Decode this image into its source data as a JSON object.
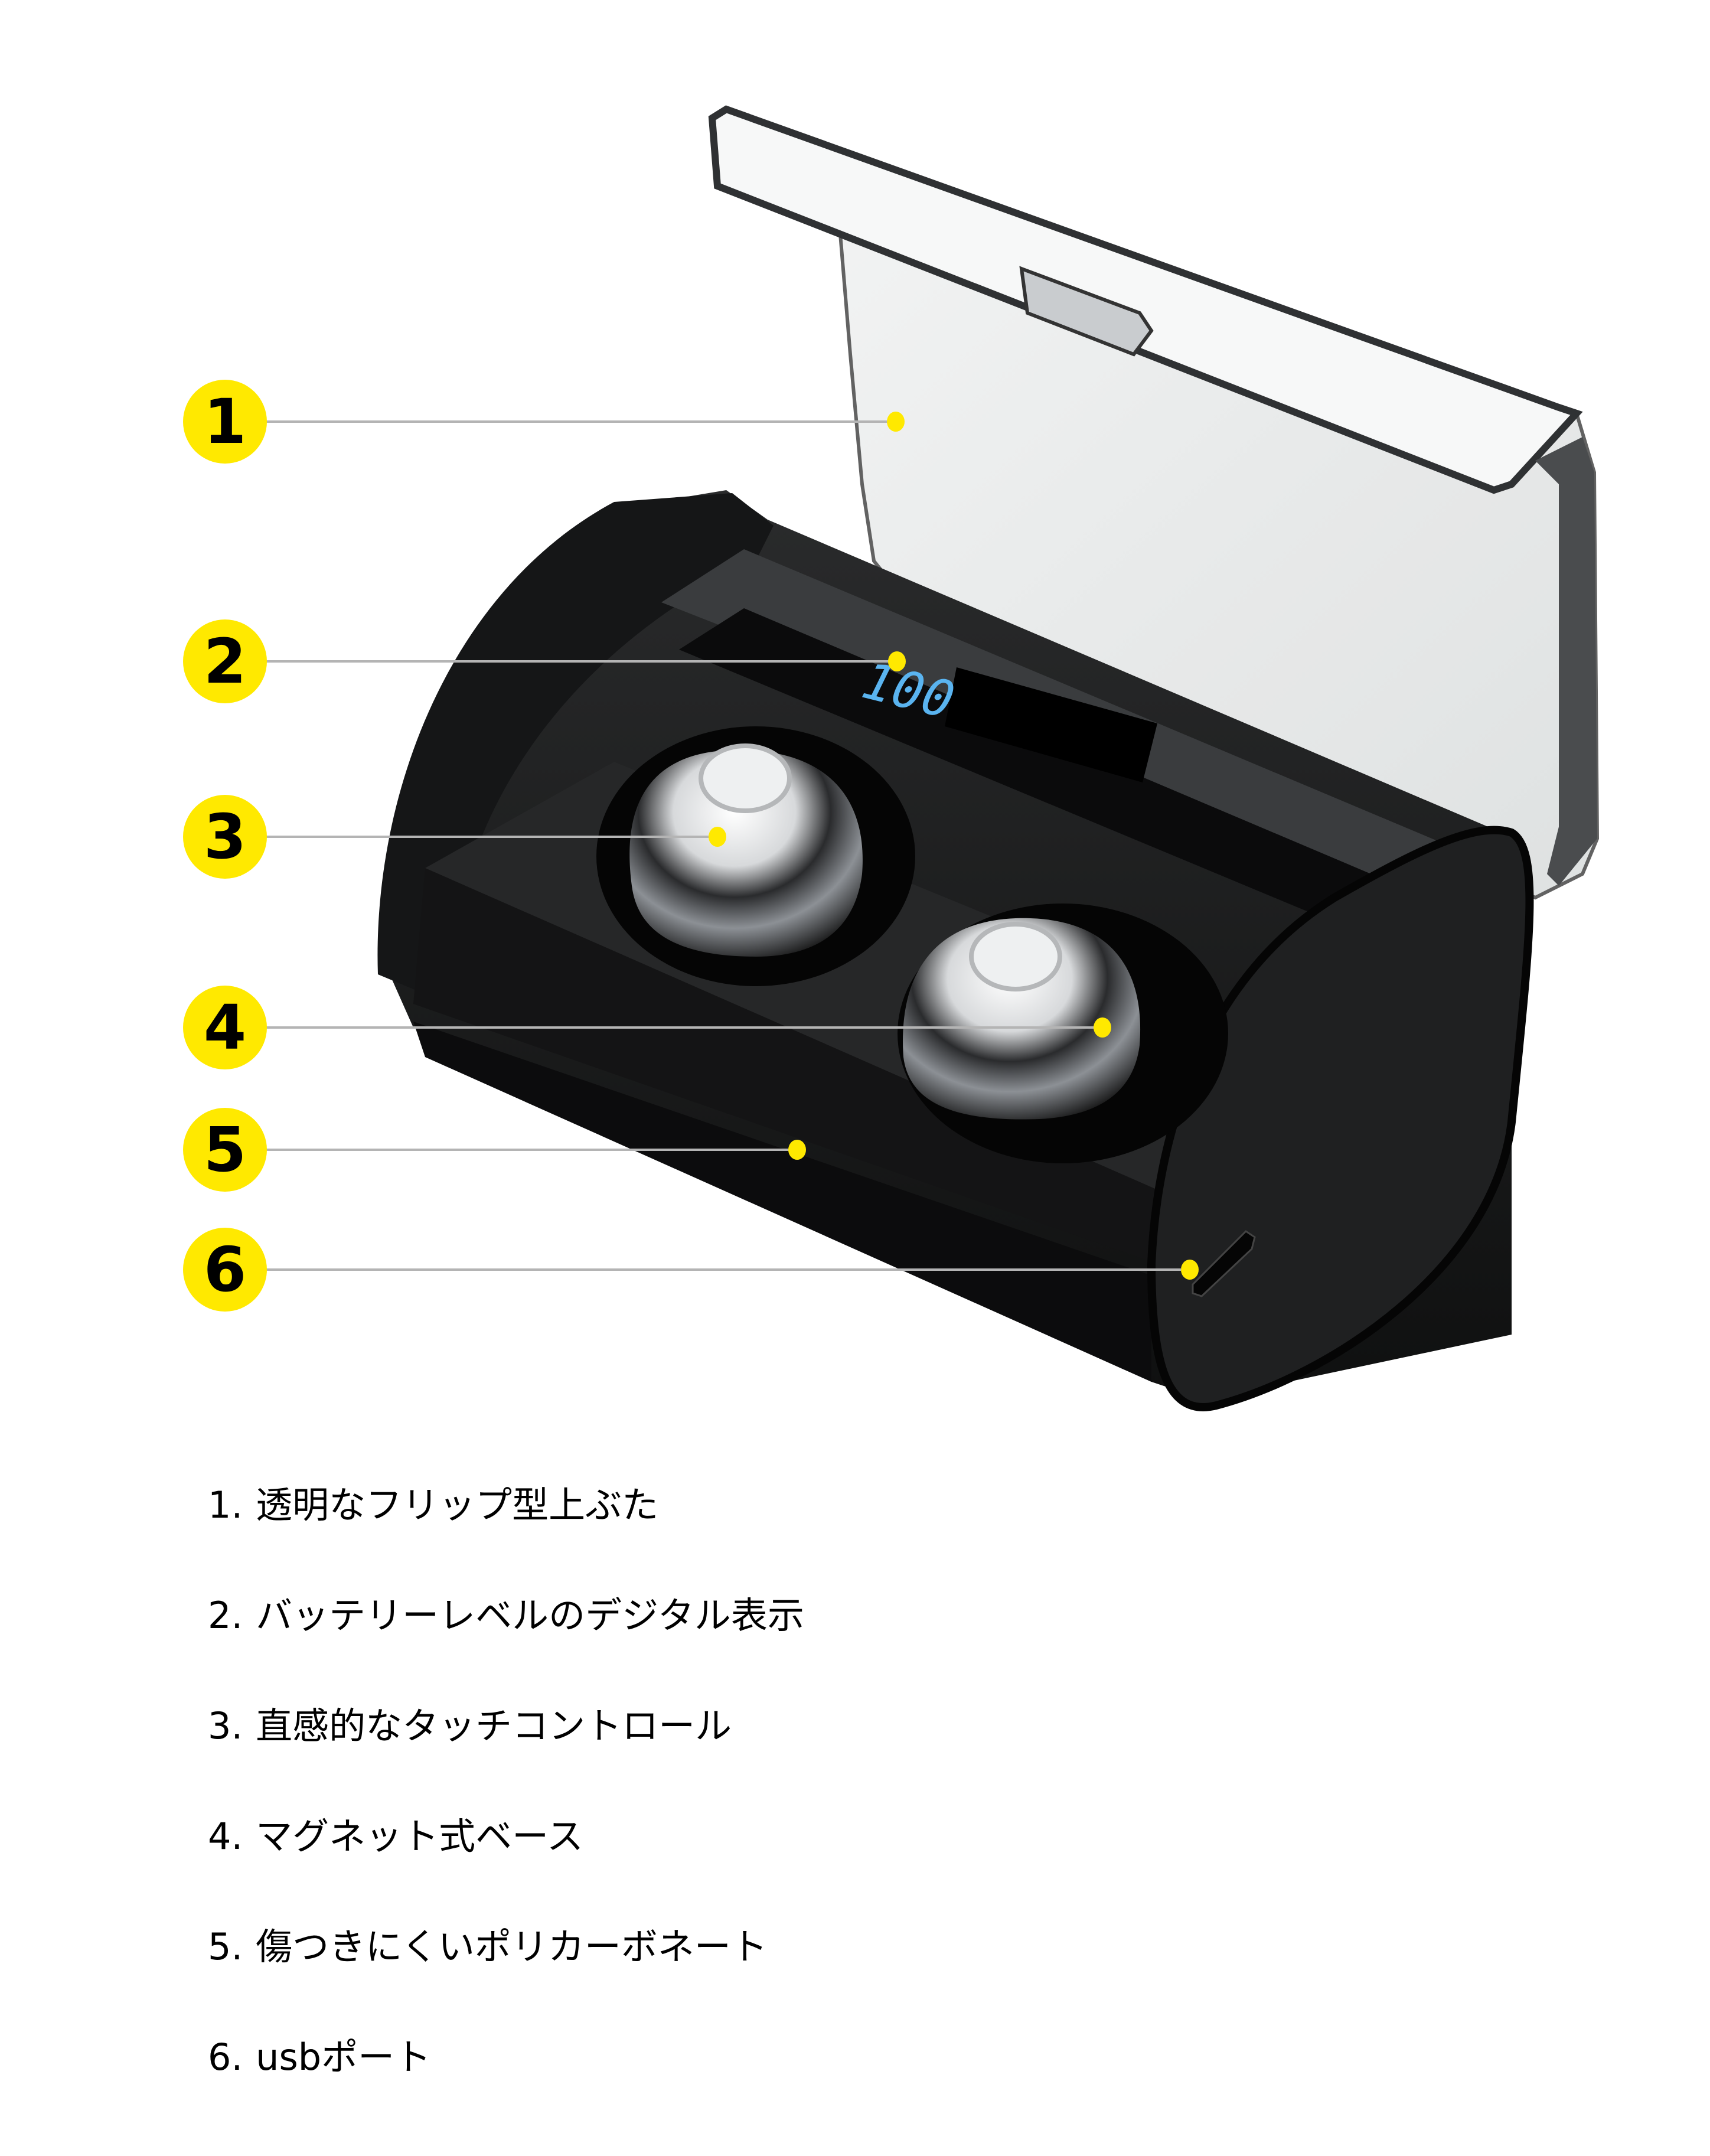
{
  "colors": {
    "badge": "#FFE900",
    "leader_line": "#B4B4B4",
    "case_body": "#1E1F20",
    "lid_tint": "#E6E8E8",
    "led_digits": "#5AB4F0"
  },
  "display": {
    "battery_level": "100"
  },
  "callouts": [
    {
      "number": "1"
    },
    {
      "number": "2"
    },
    {
      "number": "3"
    },
    {
      "number": "4"
    },
    {
      "number": "5"
    },
    {
      "number": "6"
    }
  ],
  "features": [
    {
      "number": "1.",
      "label": "透明なフリップ型上ぶた"
    },
    {
      "number": "2.",
      "label": "バッテリーレベルのデジタル表示"
    },
    {
      "number": "3.",
      "label": "直感的なタッチコントロール"
    },
    {
      "number": "4.",
      "label": "マグネット式ベース"
    },
    {
      "number": "5.",
      "label": "傷つきにくいポリカーボネート"
    },
    {
      "number": "6.",
      "label": "usbポート"
    }
  ]
}
